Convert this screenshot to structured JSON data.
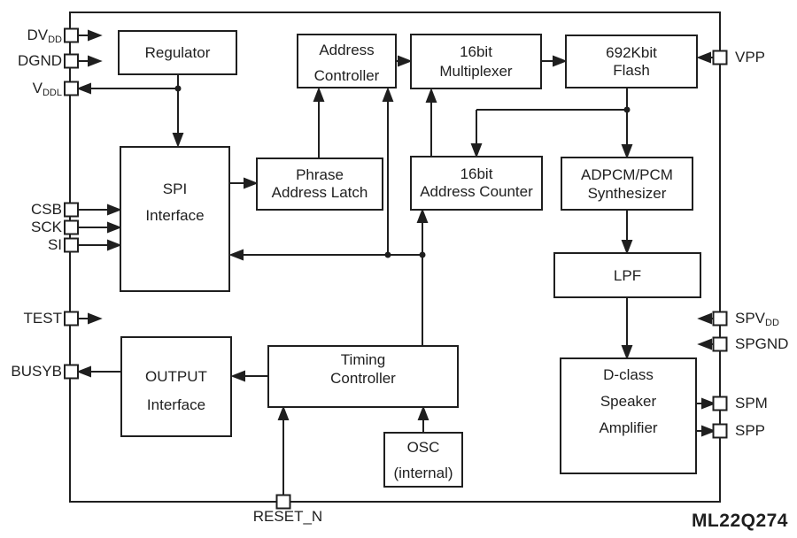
{
  "part_number": "ML22Q274",
  "colors": {
    "line": "#1f1f1f",
    "background": "#ffffff"
  },
  "blocks": {
    "regulator": {
      "lines": [
        "Regulator"
      ]
    },
    "address_controller": {
      "lines": [
        "Address",
        "Controller"
      ]
    },
    "multiplexer": {
      "lines": [
        "16bit",
        "Multiplexer"
      ]
    },
    "flash": {
      "lines": [
        "692Kbit",
        "Flash"
      ]
    },
    "spi": {
      "lines": [
        "SPI",
        "Interface"
      ]
    },
    "phrase_latch": {
      "lines": [
        "Phrase",
        "Address Latch"
      ]
    },
    "address_counter": {
      "lines": [
        "16bit",
        "Address Counter"
      ]
    },
    "adpcm": {
      "lines": [
        "ADPCM/PCM",
        "Synthesizer"
      ]
    },
    "lpf": {
      "lines": [
        "LPF"
      ]
    },
    "output_interface": {
      "lines": [
        "OUTPUT",
        "Interface"
      ]
    },
    "timing_controller": {
      "lines": [
        "Timing",
        "Controller"
      ]
    },
    "osc": {
      "lines": [
        "OSC",
        "(internal)"
      ]
    },
    "dclass_amp": {
      "lines": [
        "D-class",
        "Speaker",
        "Amplifier"
      ]
    }
  },
  "pins": {
    "dvdd": {
      "main": "DV",
      "sub": "DD"
    },
    "dgnd": {
      "main": "DGND",
      "sub": ""
    },
    "vddl": {
      "main": "V",
      "sub": "DDL"
    },
    "csb": {
      "main": "CSB",
      "sub": ""
    },
    "sck": {
      "main": "SCK",
      "sub": ""
    },
    "si": {
      "main": "SI",
      "sub": ""
    },
    "test": {
      "main": "TEST",
      "sub": ""
    },
    "busyb": {
      "main": "BUSYB",
      "sub": ""
    },
    "vpp": {
      "main": "VPP",
      "sub": ""
    },
    "spvdd": {
      "main": "SPV",
      "sub": "DD"
    },
    "spgnd": {
      "main": "SPGND",
      "sub": ""
    },
    "spm": {
      "main": "SPM",
      "sub": ""
    },
    "spp": {
      "main": "SPP",
      "sub": ""
    },
    "reset_n": {
      "main": "RESET_N",
      "sub": ""
    }
  }
}
